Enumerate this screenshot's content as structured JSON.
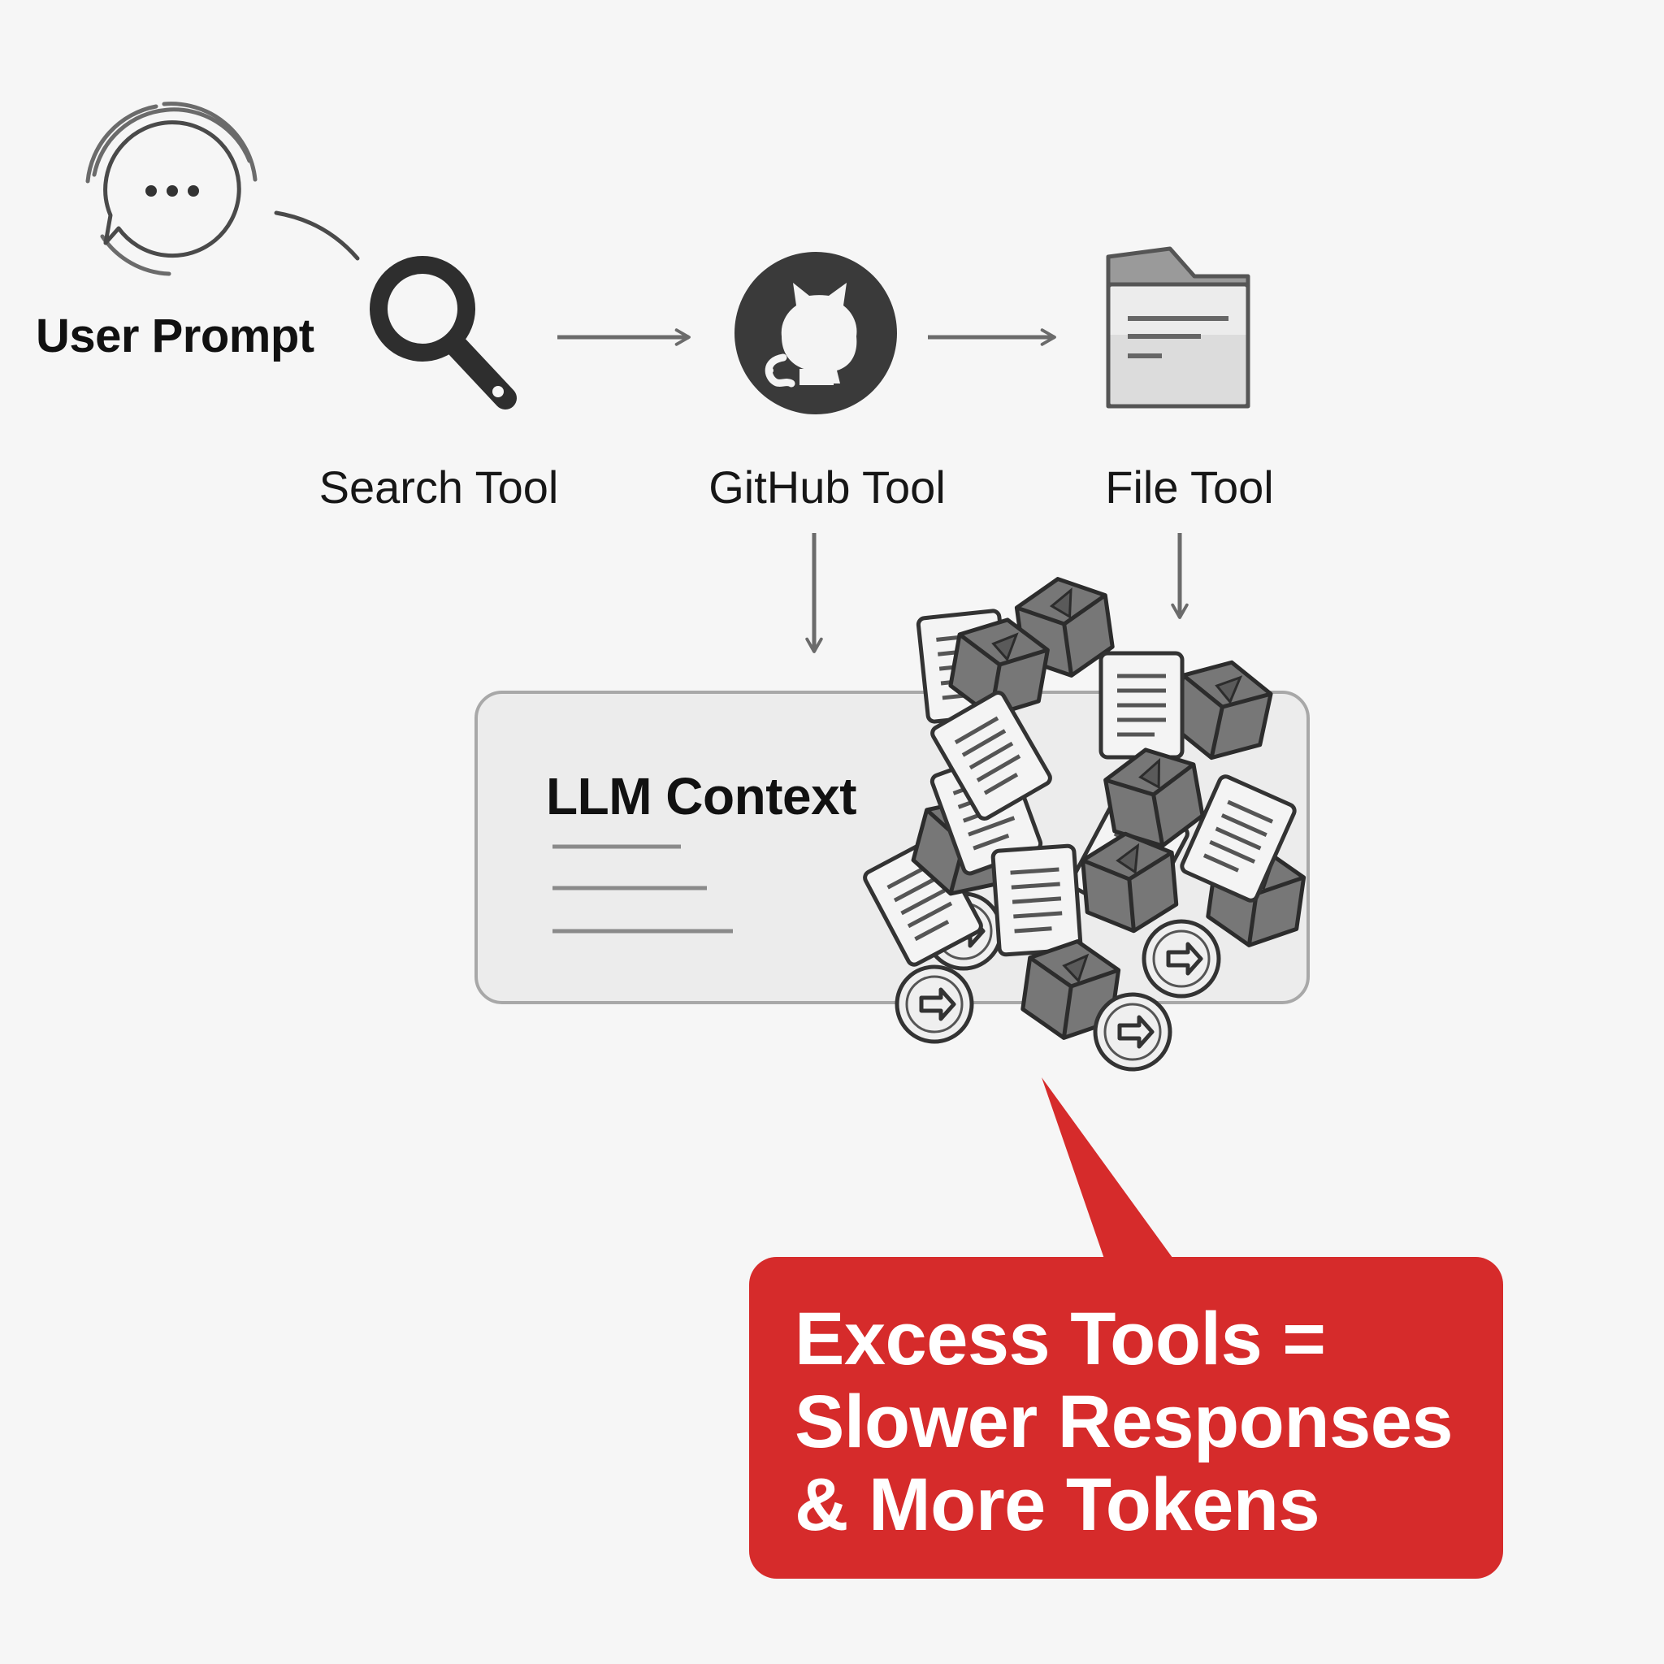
{
  "user_prompt": {
    "label": "User Prompt",
    "icon": "chat-bubble-icon"
  },
  "tools": [
    {
      "label": "Search Tool",
      "icon": "magnifier-icon"
    },
    {
      "label": "GitHub Tool",
      "icon": "github-icon"
    },
    {
      "label": "File Tool",
      "icon": "folder-document-icon"
    }
  ],
  "context": {
    "title": "LLM Context",
    "overflow_icons": [
      "document-icon",
      "package-icon",
      "token-coin-icon"
    ]
  },
  "callout": {
    "lines": [
      "Excess Tools =",
      "Slower Responses",
      "& More Tokens"
    ],
    "color": "#d62b2b",
    "text_color": "#ffffff"
  },
  "colors": {
    "background": "#f6f6f6",
    "icon_dark": "#3a3a3a",
    "arrow": "#6b6b6b",
    "panel_fill": "#ececec",
    "panel_border": "#a8a8a8"
  }
}
